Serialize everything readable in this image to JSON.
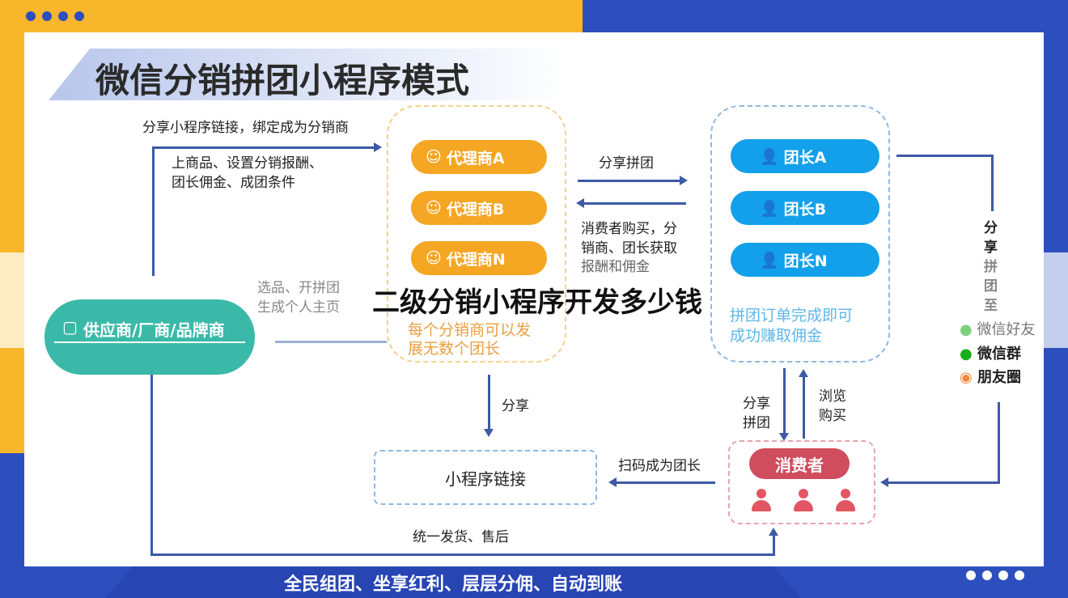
{
  "title": "微信分销拼团小程序模式",
  "overlay_title": "二级分销小程序开发多少钱",
  "supplier": "供应商/厂商/品牌商",
  "left_texts": {
    "share_bind": "分享小程序链接，绑定成为分销商",
    "setup": [
      "上商品、设置分销报酬、",
      "团长佣金、成团条件"
    ],
    "select": [
      "选品、开拼团",
      "生成个人主页"
    ]
  },
  "agents": [
    "代理商A",
    "代理商B",
    "代理商N"
  ],
  "agent_note": [
    "每个分销商可以发",
    "展无数个团长"
  ],
  "middle_texts": {
    "share_group": "分享拼团",
    "consumer_buy": [
      "消费者购买，分",
      "销商、团长获取",
      "报酬和佣金"
    ]
  },
  "leaders": [
    "团长A",
    "团长B",
    "团长N"
  ],
  "leader_note": [
    "拼团订单完成即可",
    "成功赚取佣金"
  ],
  "share_to": [
    "分",
    "享",
    "拼",
    "团",
    "至"
  ],
  "channels": [
    "微信好友",
    "微信群",
    "朋友圈"
  ],
  "share_label": "分享",
  "share_group_v": [
    "分享",
    "拼团"
  ],
  "browse_buy": [
    "浏览",
    "购买"
  ],
  "scan": "扫码成为团长",
  "mini_link": "小程序链接",
  "consumer": "消费者",
  "ship": "统一发货、售后",
  "banner": "全民组团、坐享红利、层层分佣、自动到账",
  "colors": {
    "yellow": "#f8b62b",
    "blue": "#2d4fbd",
    "orange": "#f5a623",
    "sky": "#12a0ea",
    "teal": "#3bb9a8",
    "pink": "#e25563"
  }
}
